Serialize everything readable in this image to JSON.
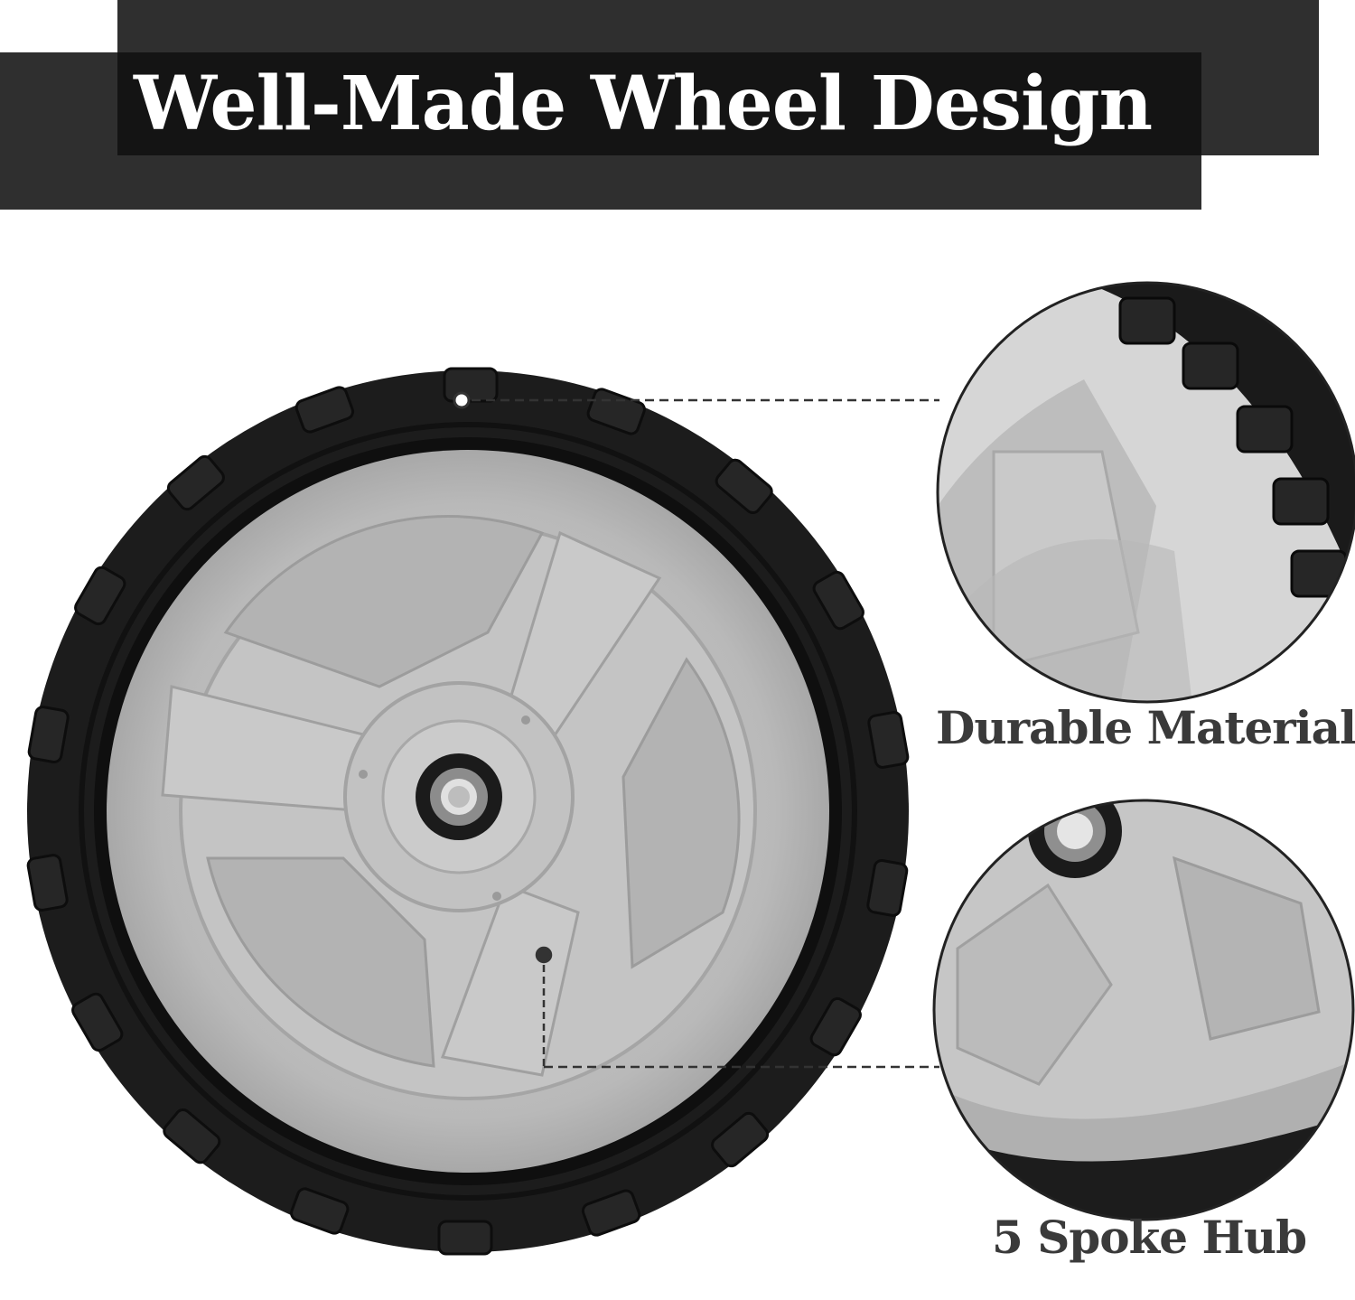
{
  "header": {
    "title": "Well-Made Wheel Design"
  },
  "callouts": [
    {
      "label": "Durable Material"
    },
    {
      "label": "5 Spoke Hub"
    }
  ],
  "colors": {
    "banner_dark": "#141414",
    "banner_mid": "#2f2f2f",
    "tire_black": "#1c1c1c",
    "rim_gray": "#bdbdbd",
    "label_text": "#3a3a3a"
  },
  "icons": [
    "wheel-image",
    "zoom-tread-image",
    "zoom-hub-image"
  ]
}
